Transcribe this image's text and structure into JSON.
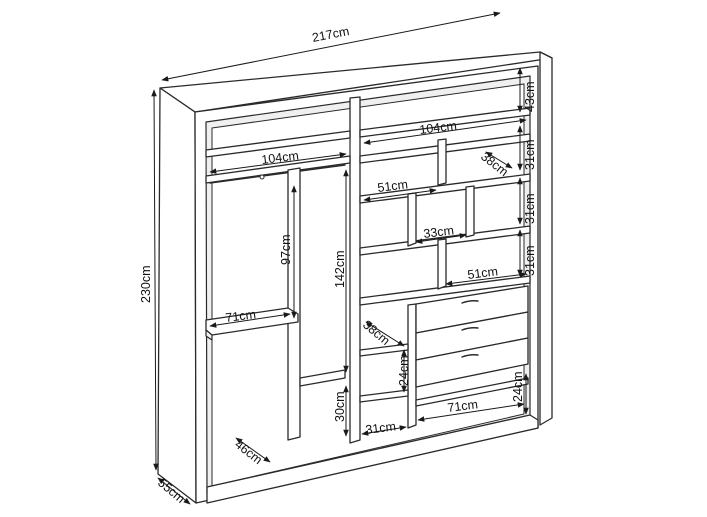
{
  "dimensions": {
    "overall_width": "217cm",
    "overall_height": "230cm",
    "depth": "55cm",
    "top_compartment_height": "43cm",
    "top_left_shelf_width": "104cm",
    "top_right_shelf_width": "104cm",
    "small_cube_depth": "38cm",
    "cube_row1_height": "31cm",
    "shelf_51_upper": "51cm",
    "cube_row2_height": "31cm",
    "middle_cube_width": "33cm",
    "cube_row3_height": "31cm",
    "shelf_51_lower": "51cm",
    "hanging_height_97": "97cm",
    "hanging_height_142": "142cm",
    "pullout_width": "71cm",
    "side_shelf_depth": "38cm",
    "side_shelf_height": "24cm",
    "bottom_left_height": "30cm",
    "bottom_small_width": "31cm",
    "bottom_right_width": "71cm",
    "bottom_right_height": "24cm",
    "bottom_depth": "46cm"
  }
}
